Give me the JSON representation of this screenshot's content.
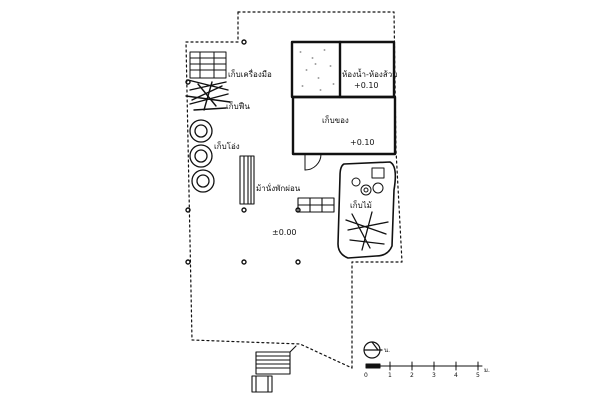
{
  "plan": {
    "rooms": {
      "bathroom": {
        "name": "ห้องน้ำ-ห้องส้วม",
        "level": "+0.10"
      },
      "storage": {
        "name": "เก็บของ",
        "level": "+0.10"
      }
    },
    "areas": {
      "tool_storage": "เก็บเครื่องมือ",
      "firewood": "เก็บฟืน",
      "jars": "เก็บโอ่ง",
      "bench": "ม้านั่งพักผ่อน",
      "wood_storage": "เก็บไม้"
    },
    "ground_level": "±0.00"
  },
  "north_arrow": {
    "label": "น."
  },
  "scale_bar": {
    "ticks": [
      "0",
      "1",
      "2",
      "3",
      "4",
      "5"
    ],
    "unit": "ม."
  },
  "colors": {
    "ink": "#111111",
    "paper": "#ffffff"
  }
}
